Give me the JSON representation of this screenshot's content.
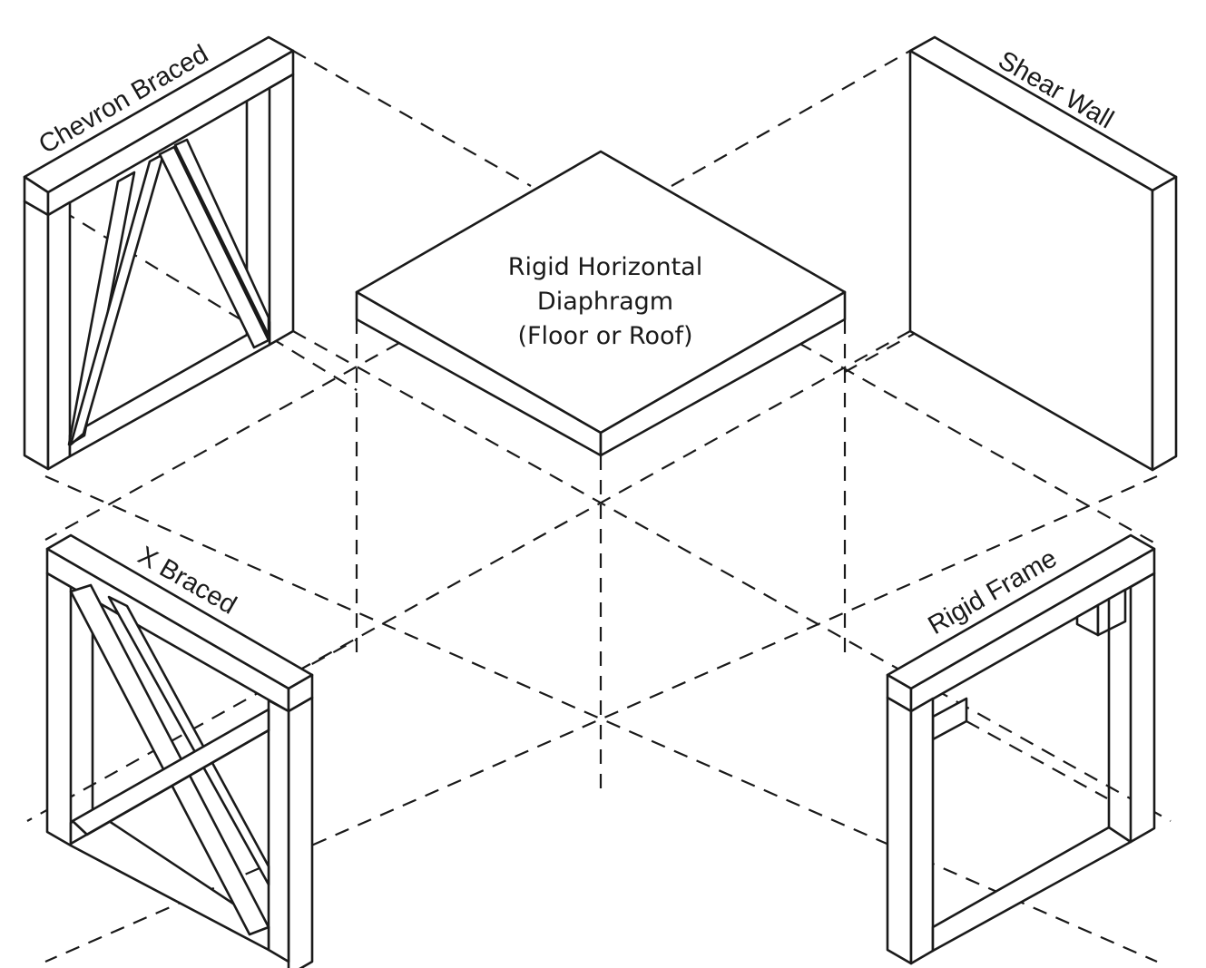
{
  "labels": {
    "chevron": "Chevron Braced",
    "shear": "Shear Wall",
    "xbraced": "X Braced",
    "rigid": "Rigid Frame"
  },
  "center": {
    "line1": "Rigid Horizontal",
    "line2": "Diaphragm",
    "line3": "(Floor or Roof)"
  },
  "colors": {
    "stroke": "#1a1a1a",
    "background": "#ffffff"
  }
}
